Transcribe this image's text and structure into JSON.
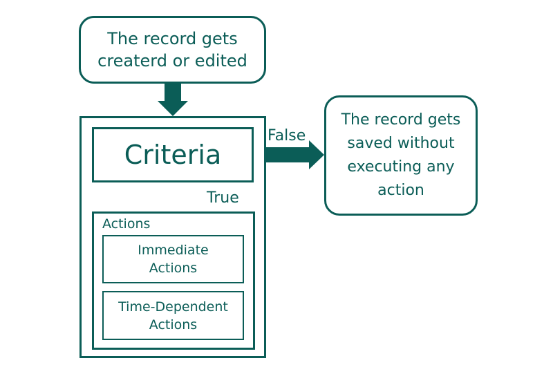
{
  "nodes": {
    "start": "The record gets\ncreaterd or edited",
    "criteria": "Criteria",
    "false_result": "The record gets\nsaved without\nexecuting any\naction",
    "actions_group": "Actions",
    "immediate": "Immediate\nActions",
    "time_dependent": "Time-Dependent\nActions"
  },
  "edges": {
    "true_label": "True",
    "false_label": "False"
  },
  "colors": {
    "primary": "#0b5d57",
    "background": "#ffffff"
  }
}
